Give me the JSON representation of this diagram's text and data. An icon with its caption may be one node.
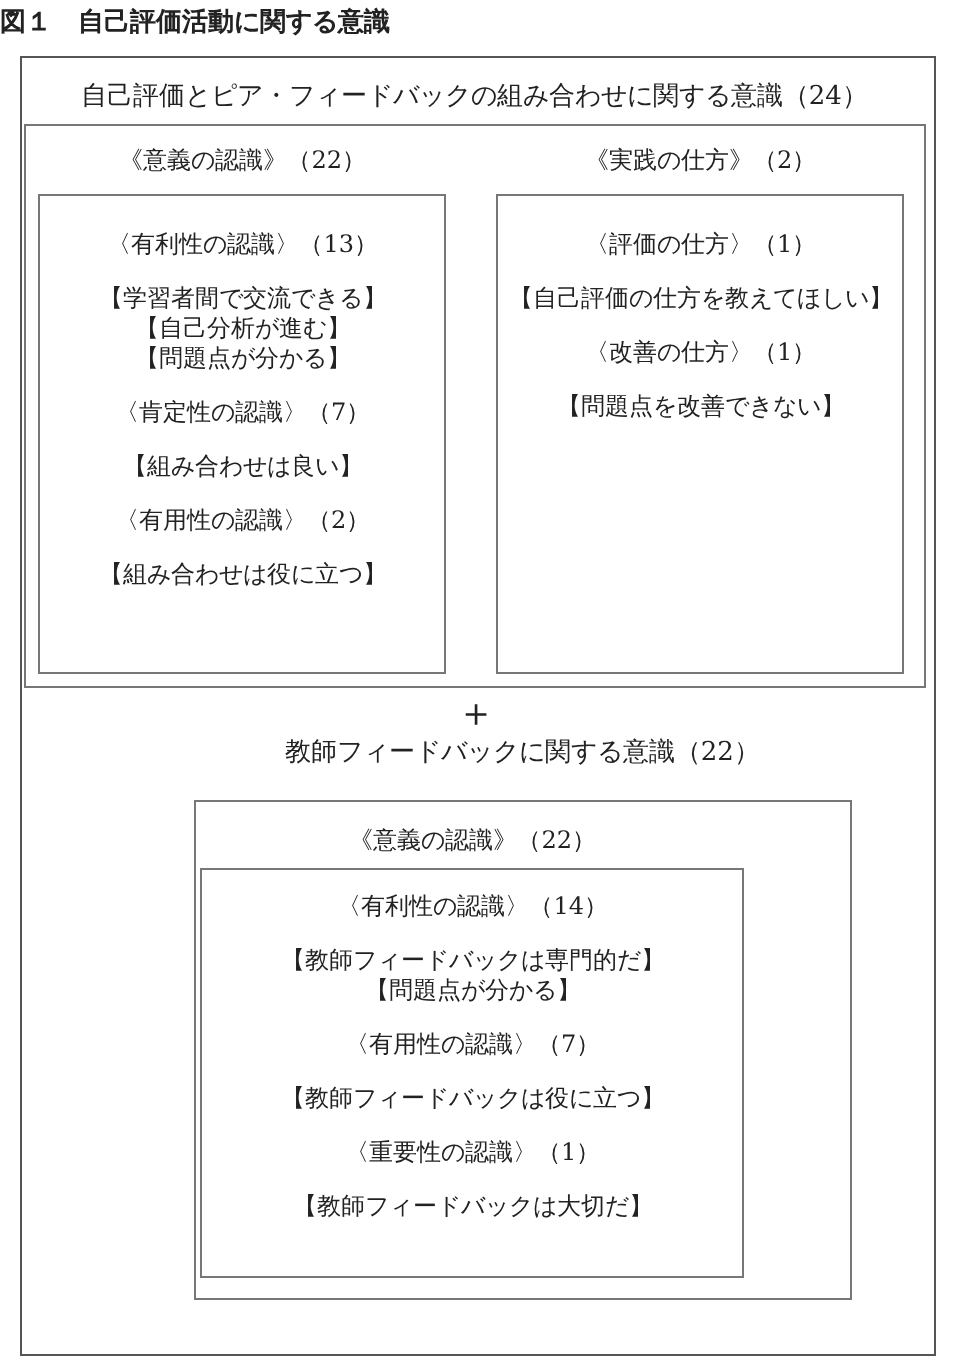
{
  "diagram": {
    "title": "図１　自己評価活動に関する意識",
    "nodes": [
      {
        "text": [],
        "shape": "box"
      },
      {
        "text": [
          "自己評価とピア・フィードバックの組み合わせに関する意識（24）"
        ],
        "in": 0
      },
      {
        "text": [
          "《意義の認識》（22）",
          "〈有利性の認識〉（13）",
          "【学習者間で交流できる】",
          "【自己分析が進む】",
          "【問題点が分かる】",
          "〈肯定性の認識〉（7）",
          "【組み合わせは良い】",
          "〈有用性の認識〉（2）",
          "【組み合わせは役に立つ】"
        ],
        "in": 1
      },
      {
        "text": [
          "《実践の仕方》（2）",
          "〈評価の仕方〉（1）",
          "【自己評価の仕方を教えてほしい】",
          "〈改善の仕方〉（1）",
          "【問題点を改善できない】"
        ],
        "in": 1
      },
      {
        "text": [
          "教師フィードバックに関する意識（22）"
        ],
        "in": 0
      },
      {
        "text": [
          "《意義の認識》（22）",
          "〈有利性の認識〉（14）",
          "【教師フィードバックは専門的だ】",
          "【問題点が分かる】",
          "〈有用性の認識〉（7）",
          "【教師フィードバックは役に立つ】",
          "〈重要性の認識〉（1）",
          "【教師フィードバックは大切だ】"
        ],
        "in": 4
      }
    ],
    "edges": [],
    "labels": [
      "＋"
    ]
  }
}
